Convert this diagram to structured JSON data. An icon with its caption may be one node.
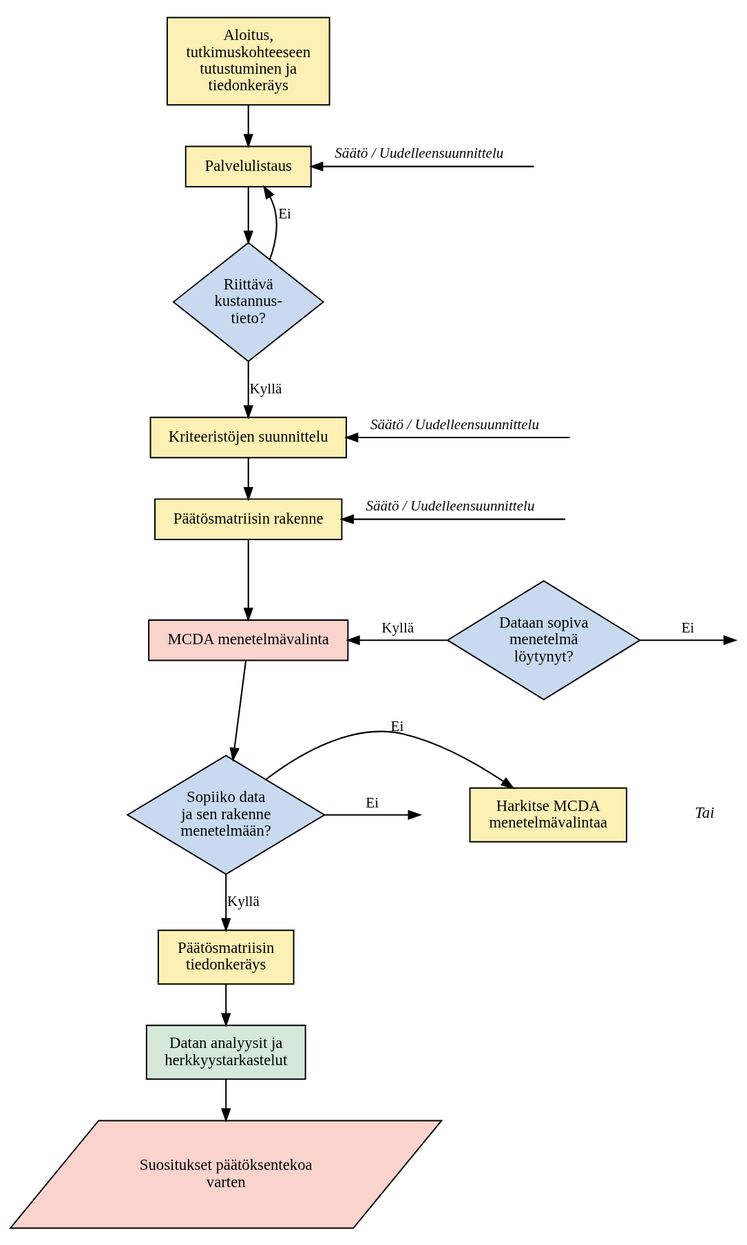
{
  "diagram": {
    "nodes": [
      {
        "text": [
          "Aloitus, tutkimuskohteeseen tutustuminen ja tiedonkeräys"
        ]
      },
      {
        "text": [
          "Palvelulistaus"
        ]
      },
      {
        "text": [
          "Riittävä kustannus- tieto?"
        ]
      },
      {
        "text": [
          "Kriteeristöjen suunnittelu"
        ]
      },
      {
        "text": [
          "Päätösmatriisin rakenne"
        ]
      },
      {
        "text": [
          "MCDA menetelmävalinta"
        ]
      },
      {
        "text": [
          "Dataan sopiva menetelmä löytynyt?"
        ]
      },
      {
        "text": [
          "Harkitse MCDA menetelmävalintaa"
        ]
      },
      {
        "text": [
          "Sopiiko data ja sen rakenne menetelmään?"
        ]
      },
      {
        "text": [
          "Päätösmatriisin tiedonkeräys"
        ]
      },
      {
        "text": [
          "Datan analyysit ja herkkyystarkastelut"
        ]
      },
      {
        "text": [
          "Suositukset päätöksentekoa varten"
        ]
      }
    ],
    "edges": [
      {
        "from": 0,
        "to": 1,
        "arrow": "to"
      },
      {
        "from": null,
        "to": 1,
        "arrow": "to",
        "label": "Säätö / Uudelleensuunnittelu"
      },
      {
        "from": 1,
        "to": 2,
        "arrow": "to"
      },
      {
        "from": 2,
        "to": 1,
        "arrow": "to",
        "label": "Ei"
      },
      {
        "from": 2,
        "to": 3,
        "arrow": "to",
        "label": "Kyllä"
      },
      {
        "from": null,
        "to": 3,
        "arrow": "to",
        "label": "Säätö / Uudelleensuunnittelu"
      },
      {
        "from": 3,
        "to": 4,
        "arrow": "to"
      },
      {
        "from": null,
        "to": 4,
        "arrow": "to",
        "label": "Säätö / Uudelleensuunnittelu"
      },
      {
        "from": 4,
        "to": 5,
        "arrow": "to"
      },
      {
        "from": 6,
        "to": 5,
        "arrow": "to",
        "label": "Kyllä"
      },
      {
        "from": 6,
        "to": null,
        "arrow": "to",
        "label": "Ei"
      },
      {
        "from": 5,
        "to": 8,
        "arrow": "to"
      },
      {
        "from": 8,
        "to": 7,
        "arrow": "to",
        "label": "Ei"
      },
      {
        "from": 8,
        "to": null,
        "arrow": "to",
        "label": "Ei"
      },
      {
        "from": 8,
        "to": 9,
        "arrow": "to",
        "label": "Kyllä"
      },
      {
        "from": 9,
        "to": 10,
        "arrow": "to"
      },
      {
        "from": 10,
        "to": 11,
        "arrow": "to"
      }
    ],
    "labels": [
      "Tai"
    ]
  }
}
